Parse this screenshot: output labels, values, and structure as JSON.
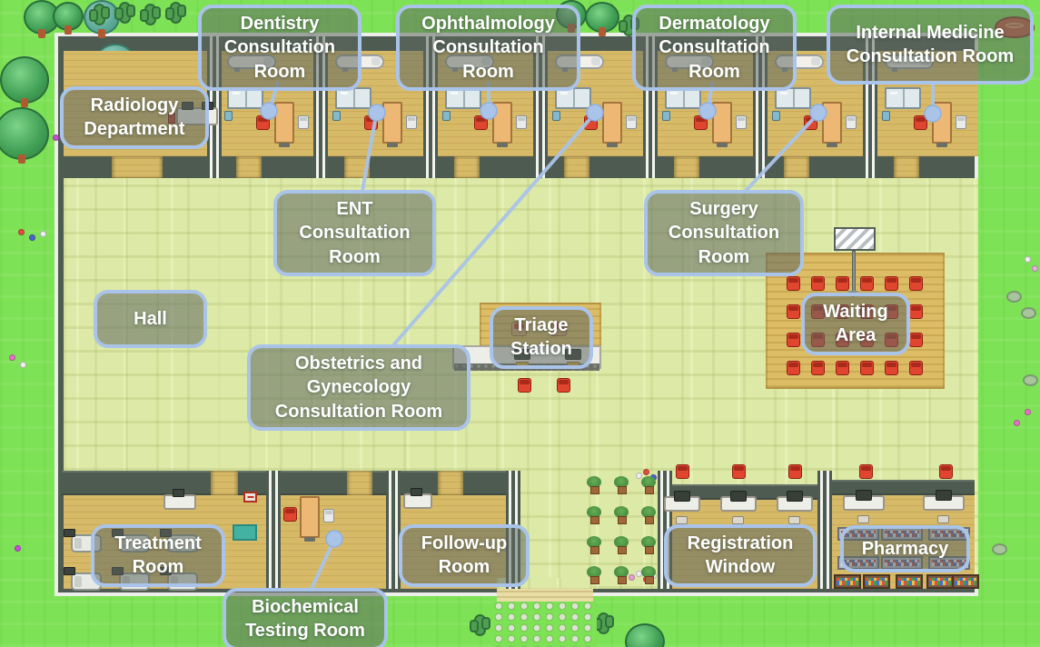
{
  "scene": {
    "type": "hospital-simulation-map",
    "labels": [
      {
        "id": "dentistry",
        "text": "Dentistry Consultation Room"
      },
      {
        "id": "ophthalmology",
        "text": "Ophthalmology Consultation Room"
      },
      {
        "id": "dermatology",
        "text": "Dermatology Consultation Room"
      },
      {
        "id": "internal-medicine",
        "text": "Internal Medicine Consultation Room"
      },
      {
        "id": "radiology",
        "text": "Radiology Department"
      },
      {
        "id": "ent",
        "text": "ENT Consultation Room"
      },
      {
        "id": "surgery",
        "text": "Surgery Consultation Room"
      },
      {
        "id": "hall",
        "text": "Hall"
      },
      {
        "id": "obgyn",
        "text": "Obstetrics and Gynecology Consultation Room"
      },
      {
        "id": "triage",
        "text": "Triage Station"
      },
      {
        "id": "waiting",
        "text": "Waiting Area"
      },
      {
        "id": "treatment",
        "text": "Treatment Room"
      },
      {
        "id": "biochemical",
        "text": "Biochemical Testing Room"
      },
      {
        "id": "followup",
        "text": "Follow-up Room"
      },
      {
        "id": "registration",
        "text": "Registration Window"
      },
      {
        "id": "pharmacy",
        "text": "Pharmacy"
      }
    ],
    "consultation_rooms": 7,
    "waiting_area": {
      "chair_rows": 4,
      "chair_cols": 6
    },
    "triage_station": {
      "staff_chairs": 2,
      "visitor_chairs": 2,
      "monitors": 2
    },
    "registration": {
      "windows": 3
    },
    "pharmacy": {
      "service_desks": 2,
      "medicine_shelves": 6,
      "display_shelves": 5
    },
    "treatment": {
      "beds": 6
    },
    "garden": {
      "potted_plants": 12
    },
    "colors": {
      "grass": "#7ee256",
      "wall": "#4e5b51",
      "trim": "#eceee9",
      "room_floor": "#d7ba68",
      "hall_floor": "#dde9a6",
      "mat_floor": "#dcbd66",
      "label_border": "#a9c3e9",
      "label_fill": "rgba(95,104,96,0.55)",
      "label_text": "#ffffff",
      "leader_line": "#a9c3e9",
      "chair_red": "#e0452f",
      "desk_wood": "#ecb874",
      "counter_top": "#edeee8",
      "cabinet_face": "#e0e9ec"
    }
  }
}
